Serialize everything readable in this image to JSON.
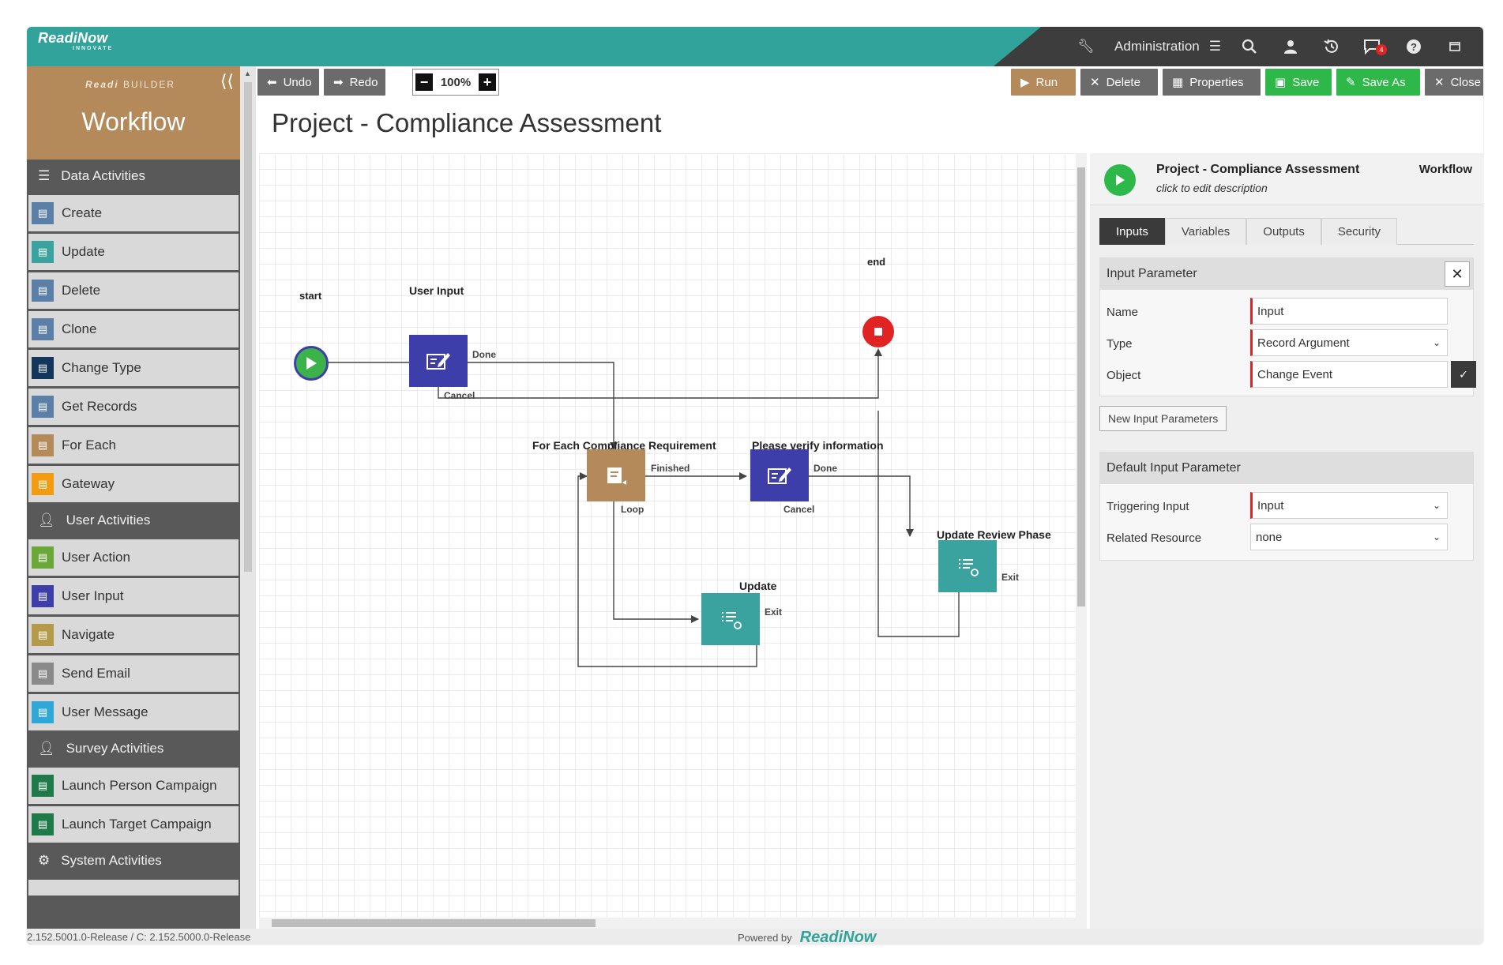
{
  "header": {
    "logo": "ReadiNow",
    "logo_sub": "INNOVATE",
    "admin_label": "Administration",
    "notifications_count": "4",
    "icons": [
      "wrench-icon",
      "menu-icon",
      "search-icon",
      "user-icon",
      "history-icon",
      "chat-icon",
      "help-icon",
      "fullscreen-icon"
    ]
  },
  "palette": {
    "sub_brand": "Readi",
    "sub_label": "BUILDER",
    "title": "Workflow",
    "categories": [
      {
        "label": "Data Activities",
        "items": [
          {
            "label": "Create",
            "color": "#5b7fa6"
          },
          {
            "label": "Update",
            "color": "#3aa3a0"
          },
          {
            "label": "Delete",
            "color": "#5b7fa6"
          },
          {
            "label": "Clone",
            "color": "#5b7fa6"
          },
          {
            "label": "Change Type",
            "color": "#14365a"
          },
          {
            "label": "Get Records",
            "color": "#5b7fa6"
          },
          {
            "label": "For Each",
            "color": "#b48a5a"
          },
          {
            "label": "Gateway",
            "color": "#f39c12"
          }
        ]
      },
      {
        "label": "User Activities",
        "items": [
          {
            "label": "User Action",
            "color": "#6aa83a"
          },
          {
            "label": "User Input",
            "color": "#3e3eaa"
          },
          {
            "label": "Navigate",
            "color": "#b49a4a"
          },
          {
            "label": "Send Email",
            "color": "#8a8a8a"
          },
          {
            "label": "User Message",
            "color": "#2fa8d8"
          }
        ]
      },
      {
        "label": "Survey Activities",
        "items": [
          {
            "label": "Launch Person Campaign",
            "color": "#1f7a4a"
          },
          {
            "label": "Launch Target Campaign",
            "color": "#1f7a4a"
          }
        ]
      },
      {
        "label": "System Activities",
        "items": []
      }
    ]
  },
  "toolbar": {
    "undo": "Undo",
    "redo": "Redo",
    "zoom": "100%",
    "run": "Run",
    "delete": "Delete",
    "properties": "Properties",
    "save": "Save",
    "save_as": "Save As",
    "close": "Close"
  },
  "page_title": "Project - Compliance Assessment",
  "diagram": {
    "nodes": {
      "start": "start",
      "end": "end",
      "user_input": "User Input",
      "for_each": "For Each Compliance Requirement",
      "verify": "Please verify information",
      "update": "Update",
      "update_review": "Update Review Phase"
    },
    "ports": {
      "done": "Done",
      "cancel": "Cancel",
      "finished": "Finished",
      "loop": "Loop",
      "done2": "Done",
      "cancel2": "Cancel",
      "exit": "Exit",
      "exit2": "Exit"
    },
    "colors": {
      "start": "#3cb34a",
      "end": "#e02424",
      "user_input": "#3e3eaa",
      "for_each": "#b48a5a",
      "update": "#3aa3a0"
    }
  },
  "props": {
    "title": "Project - Compliance Assessment",
    "description": "click to edit description",
    "type": "Workflow",
    "tabs": [
      "Inputs",
      "Variables",
      "Outputs",
      "Security"
    ],
    "input_section": "Input Parameter",
    "name_label": "Name",
    "name_value": "Input",
    "type_label": "Type",
    "type_value": "Record Argument",
    "object_label": "Object",
    "object_value": "Change Event",
    "new_param": "New Input Parameters",
    "default_section": "Default Input Parameter",
    "triggering_label": "Triggering Input",
    "triggering_value": "Input",
    "related_label": "Related Resource",
    "related_value": "none"
  },
  "footer": {
    "version": "2.152.5001.0-Release / C: 2.152.5000.0-Release",
    "powered_by": "Powered by",
    "brand": "ReadiNow"
  }
}
